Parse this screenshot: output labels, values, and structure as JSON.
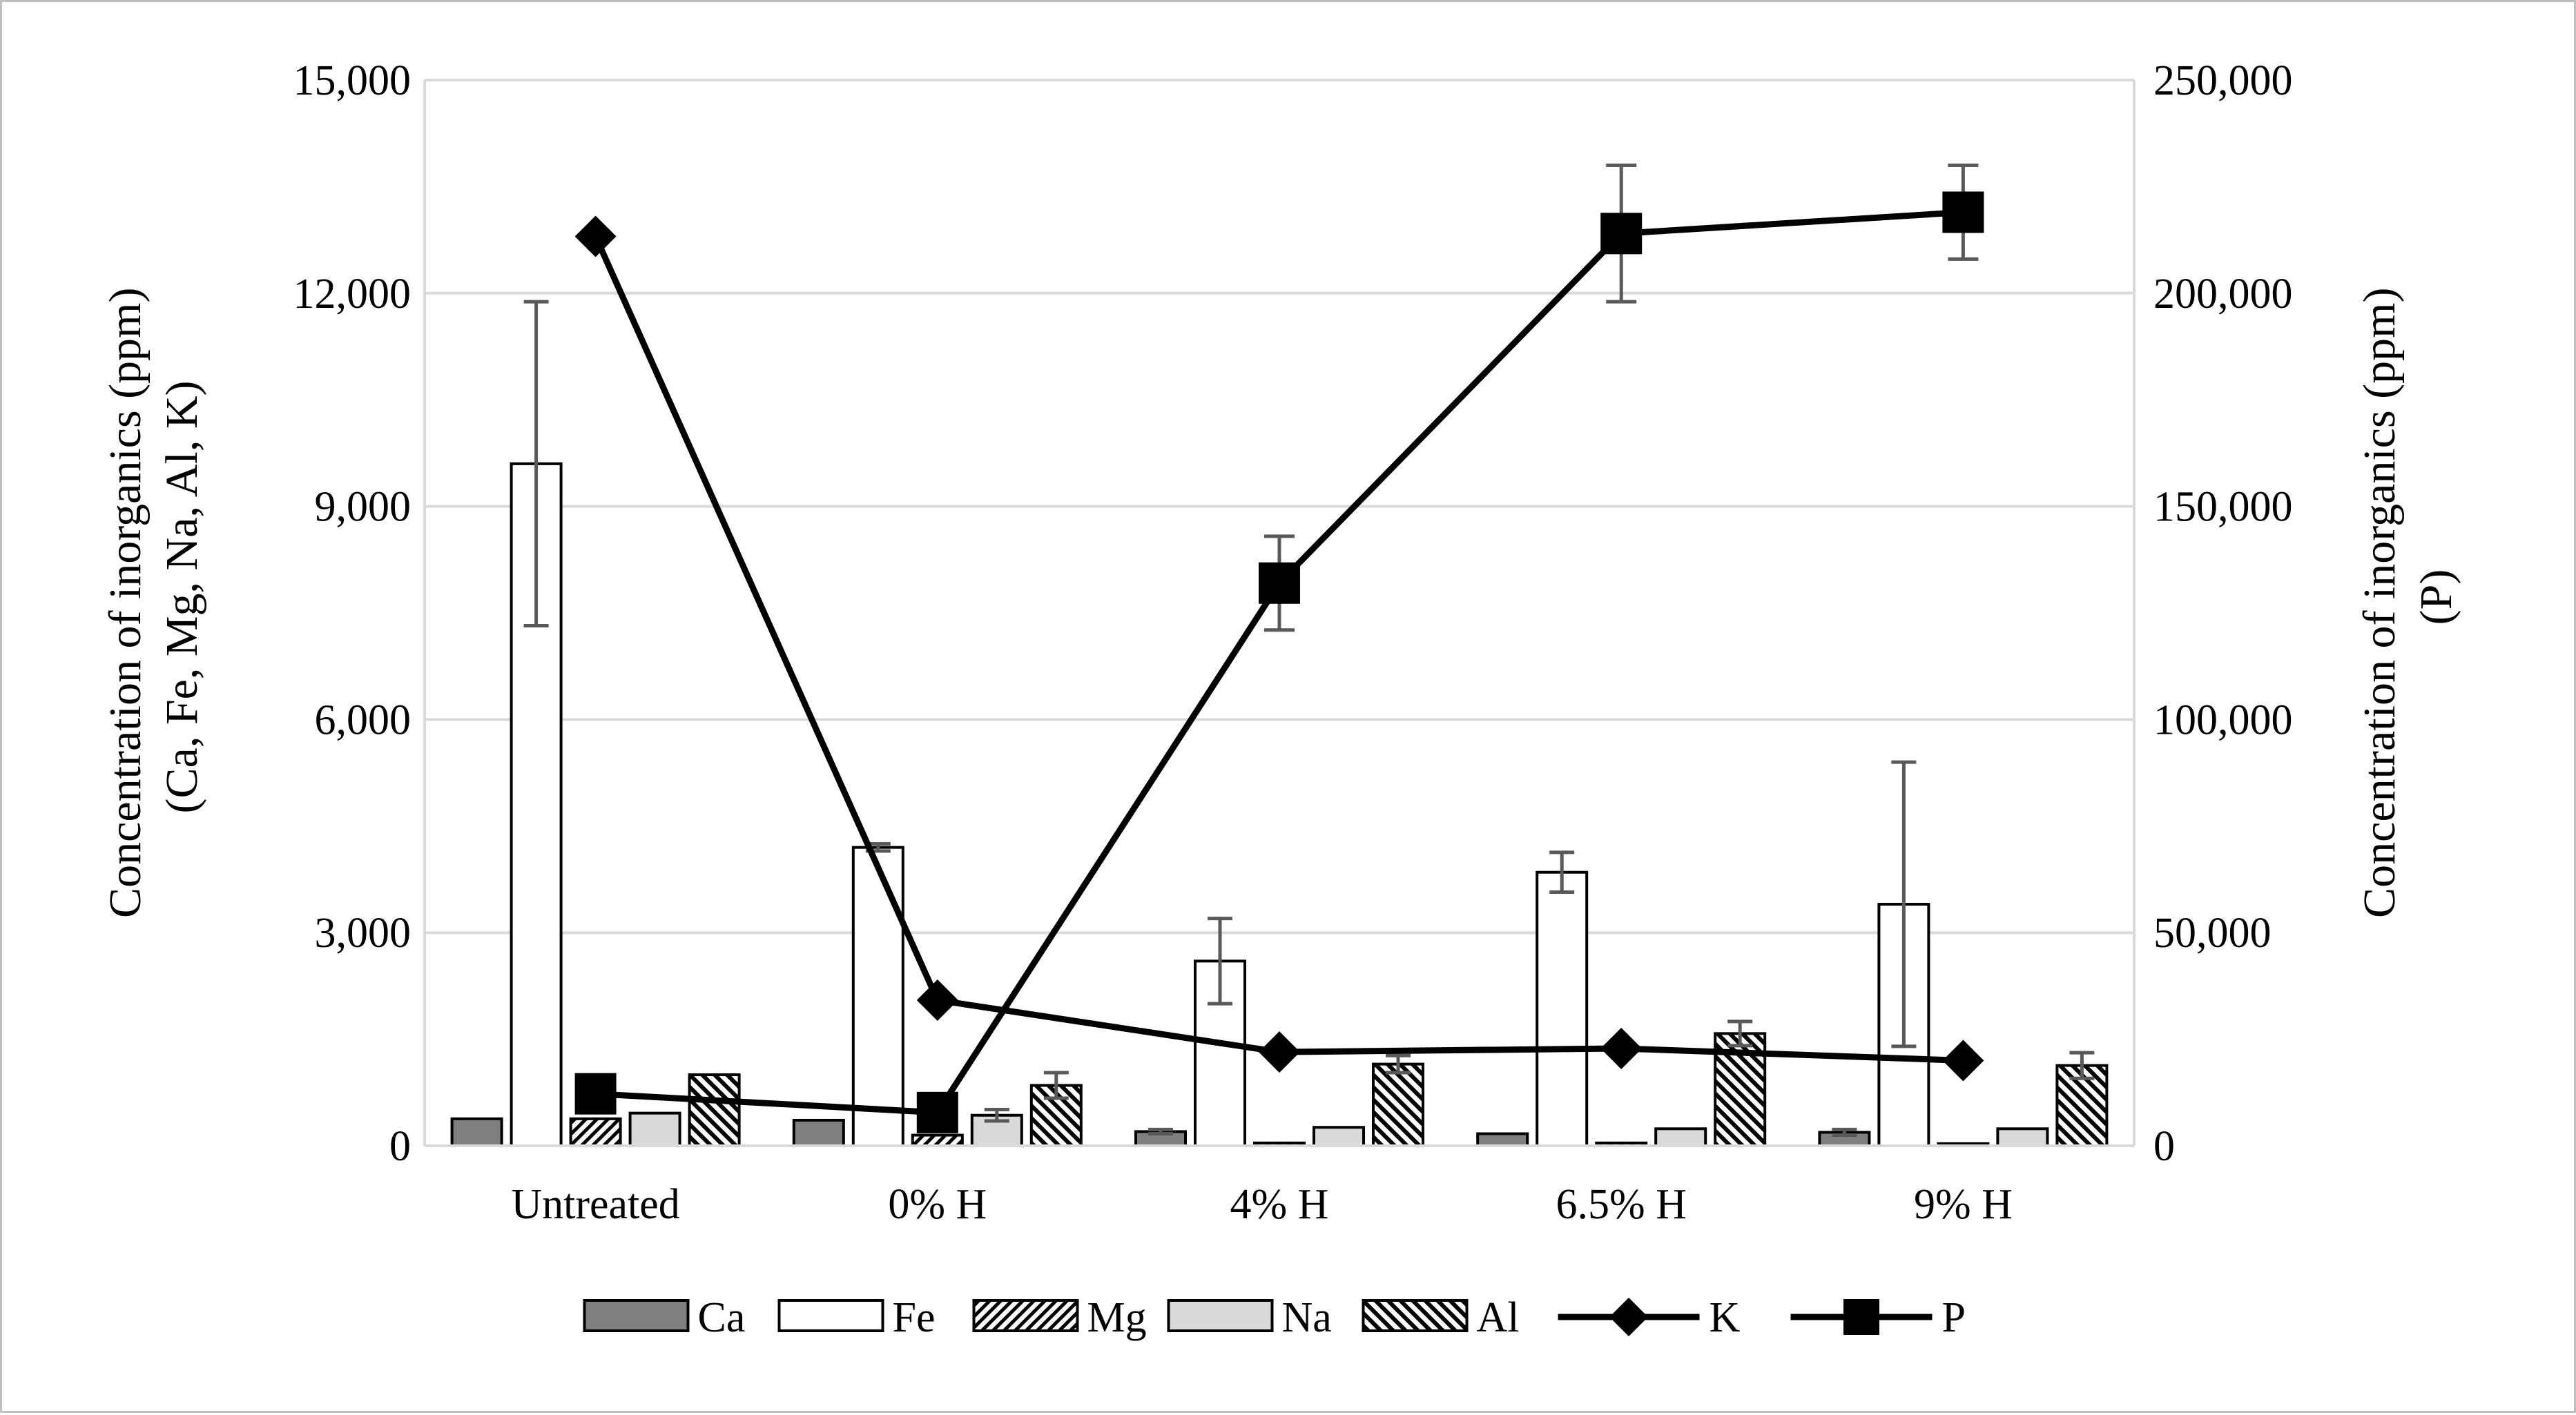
{
  "chart_data": {
    "type": "bar",
    "categories": [
      "Untreated",
      "0% H",
      "4% H",
      "6.5% H",
      "9% H"
    ],
    "y_left": {
      "label_line1": "Concentration of inorganics (ppm)",
      "label_line2": "(Ca, Fe, Mg, Na, Al, K)",
      "ylim": [
        0,
        15000
      ],
      "ticks": [
        0,
        3000,
        6000,
        9000,
        12000,
        15000
      ],
      "tick_labels": [
        "0",
        "3,000",
        "6,000",
        "9,000",
        "12,000",
        "15,000"
      ]
    },
    "y_right": {
      "label_line1": "Concentration of inorganics (ppm)",
      "label_line2": "(P)",
      "ylim": [
        0,
        250000
      ],
      "ticks": [
        0,
        50000,
        100000,
        150000,
        200000,
        250000
      ],
      "tick_labels": [
        "0",
        "50,000",
        "100,000",
        "150,000",
        "200,000",
        "250,000"
      ]
    },
    "grid": true,
    "legend_position": "bottom",
    "bar_series": [
      {
        "name": "Ca",
        "pattern": "solid-gray",
        "values": [
          380,
          360,
          200,
          170,
          190
        ],
        "errors": [
          0,
          0,
          30,
          0,
          40
        ]
      },
      {
        "name": "Fe",
        "pattern": "white",
        "values": [
          9600,
          4200,
          2600,
          3850,
          3400
        ],
        "errors": [
          2280,
          50,
          600,
          280,
          2000
        ]
      },
      {
        "name": "Mg",
        "pattern": "diagonal-up",
        "values": [
          380,
          150,
          40,
          40,
          30
        ],
        "errors": [
          0,
          0,
          0,
          0,
          0
        ]
      },
      {
        "name": "Na",
        "pattern": "light-gray",
        "values": [
          460,
          430,
          260,
          240,
          240
        ],
        "errors": [
          0,
          80,
          0,
          0,
          0
        ]
      },
      {
        "name": "Al",
        "pattern": "diagonal-down",
        "values": [
          1000,
          850,
          1150,
          1580,
          1130
        ],
        "errors": [
          0,
          180,
          120,
          170,
          180
        ]
      }
    ],
    "line_series": [
      {
        "name": "K",
        "axis": "left",
        "marker": "diamond",
        "values": [
          12800,
          2050,
          1320,
          1370,
          1200
        ],
        "errors": [
          0,
          0,
          0,
          0,
          0
        ]
      },
      {
        "name": "P",
        "axis": "right",
        "marker": "square",
        "values": [
          12200,
          7800,
          132000,
          214000,
          219000
        ],
        "errors": [
          0,
          0,
          11000,
          16000,
          11000
        ]
      }
    ],
    "colors": {
      "ca": "#7f7f7f",
      "na": "#d9d9d9",
      "grid": "#d9d9d9",
      "error_bar": "#595959",
      "line": "#000000"
    }
  }
}
